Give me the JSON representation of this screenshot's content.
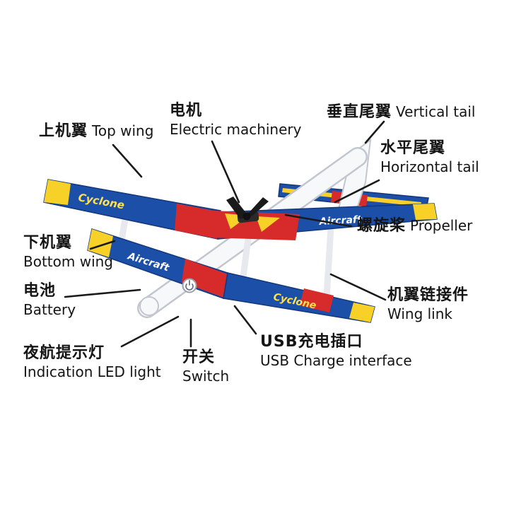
{
  "page": {
    "background": "#ffffff"
  },
  "labels": {
    "top_wing": {
      "zh": "上机翼",
      "en": "Top wing"
    },
    "electric": {
      "zh": "电机",
      "en": "Electric machinery"
    },
    "vertical_tail": {
      "zh": "垂直尾翼",
      "en": "Vertical tail"
    },
    "horizontal_tail": {
      "zh": "水平尾翼",
      "en": "Horizontal tail"
    },
    "propeller": {
      "zh": "螺旋桨",
      "en": "Propeller"
    },
    "bottom_wing": {
      "zh": "下机翼",
      "en": "Bottom wing"
    },
    "battery": {
      "zh": "电池",
      "en": "Battery"
    },
    "wing_link": {
      "zh": "机翼链接件",
      "en": "Wing link"
    },
    "led": {
      "zh": "夜航提示灯",
      "en": "Indication LED light"
    },
    "switch": {
      "zh": "开关",
      "en": "Switch"
    },
    "usb": {
      "zh": "USB充电插口",
      "en": "USB Charge interface"
    }
  },
  "plane": {
    "brand_cyclone": "Cyclone",
    "brand_aircraft": "Aircraft",
    "colors": {
      "blue": "#1b4fa8",
      "red": "#d72b2b",
      "yellow": "#f7d028",
      "white": "#f7f8fa",
      "outline": "#c2c6cf",
      "black": "#1a1a1a"
    }
  }
}
